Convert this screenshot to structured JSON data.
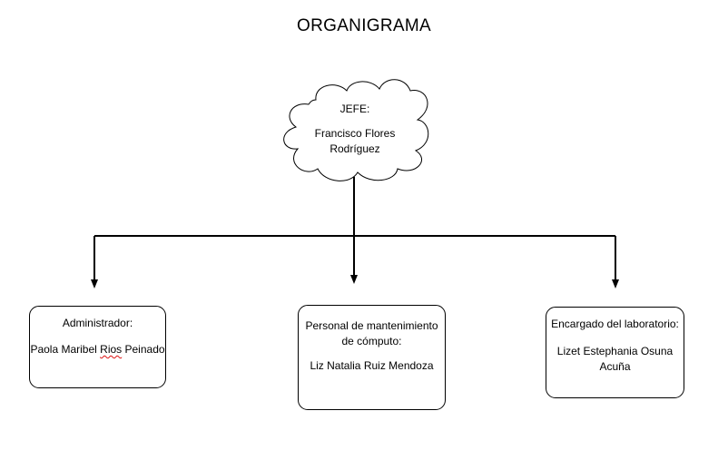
{
  "title": "ORGANIGRAMA",
  "jefe": {
    "role": "JEFE:",
    "name": "Francisco Flores Rodríguez"
  },
  "boxes": [
    {
      "role": "Administrador:",
      "name_before": "Paola Maribel ",
      "name_flagged": "Rios",
      "name_after": " Peinado"
    },
    {
      "role": "Personal de mantenimiento de cómputo:",
      "name": "Liz Natalia Ruiz Mendoza"
    },
    {
      "role": "Encargado del laboratorio:",
      "name": "Lizet Estephania Osuna Acuña"
    }
  ],
  "colors": {
    "line": "#000000",
    "spellcheck": "#dd1111"
  }
}
